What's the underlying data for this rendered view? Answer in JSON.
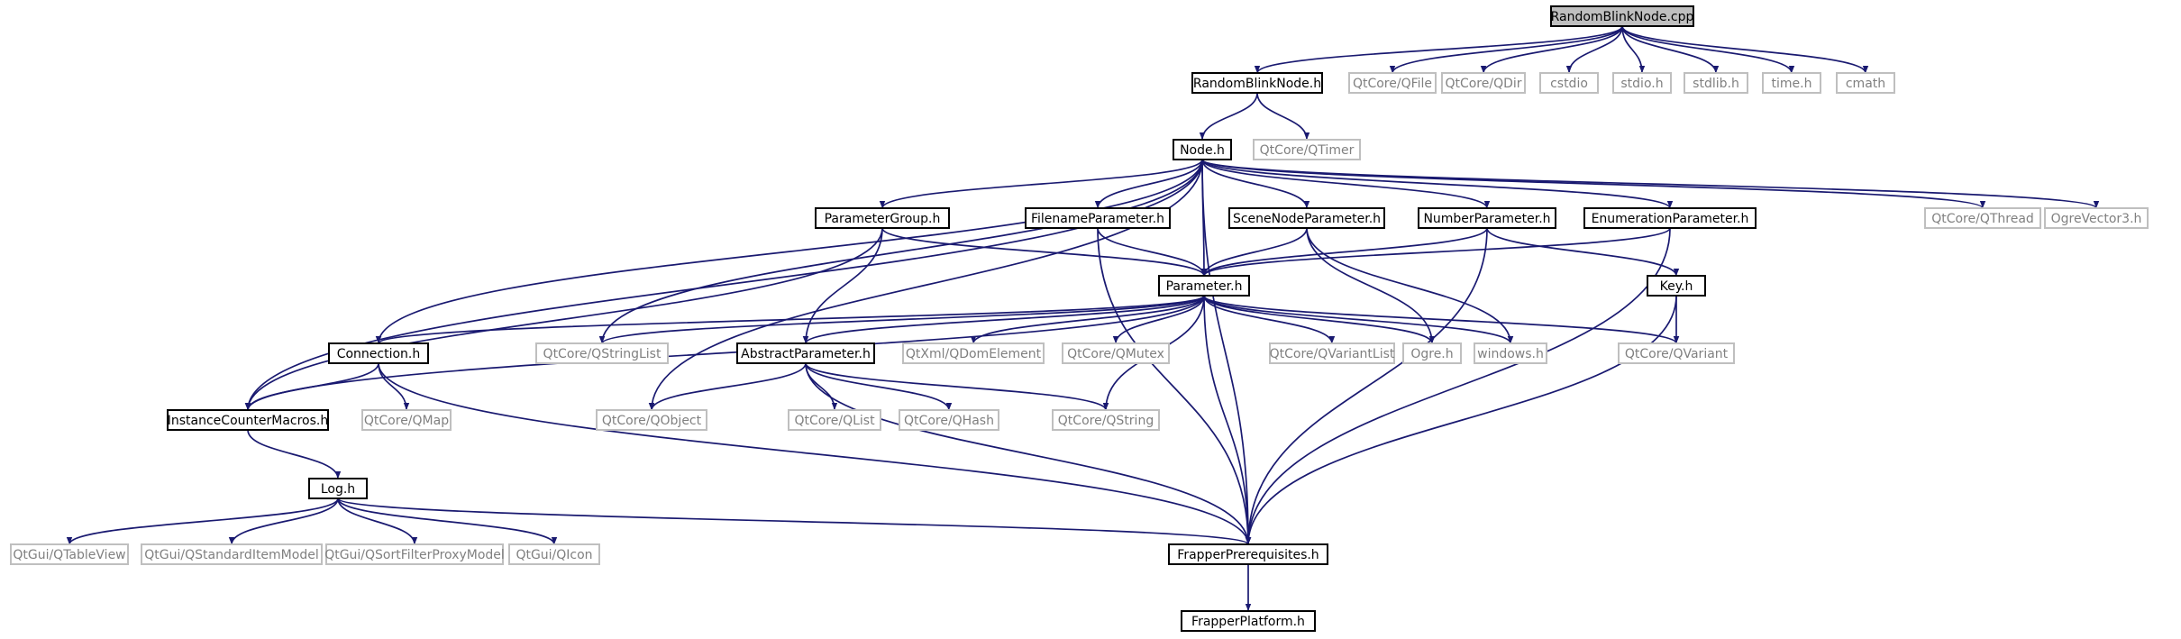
{
  "colors": {
    "edge": "#191970",
    "primary_border": "#000000",
    "external_border": "#bfbfbf",
    "root_fill": "#bfbfbf",
    "text_primary": "#000000",
    "text_external": "#808080"
  },
  "nodes": [
    {
      "id": "n0",
      "label": "RandomBlinkNode.cpp",
      "kind": "root"
    },
    {
      "id": "n1",
      "label": "RandomBlinkNode.h",
      "kind": "primary"
    },
    {
      "id": "n2",
      "label": "QtCore/QFile",
      "kind": "external"
    },
    {
      "id": "n3",
      "label": "QtCore/QDir",
      "kind": "external"
    },
    {
      "id": "n4",
      "label": "cstdio",
      "kind": "external"
    },
    {
      "id": "n5",
      "label": "stdio.h",
      "kind": "external"
    },
    {
      "id": "n6",
      "label": "stdlib.h",
      "kind": "external"
    },
    {
      "id": "n7",
      "label": "time.h",
      "kind": "external"
    },
    {
      "id": "n8",
      "label": "cmath",
      "kind": "external"
    },
    {
      "id": "n9",
      "label": "Node.h",
      "kind": "primary"
    },
    {
      "id": "n10",
      "label": "QtCore/QTimer",
      "kind": "external"
    },
    {
      "id": "n11",
      "label": "ParameterGroup.h",
      "kind": "primary"
    },
    {
      "id": "n12",
      "label": "FilenameParameter.h",
      "kind": "primary"
    },
    {
      "id": "n13",
      "label": "SceneNodeParameter.h",
      "kind": "primary"
    },
    {
      "id": "n14",
      "label": "NumberParameter.h",
      "kind": "primary"
    },
    {
      "id": "n15",
      "label": "EnumerationParameter.h",
      "kind": "primary"
    },
    {
      "id": "n16",
      "label": "QtCore/QThread",
      "kind": "external"
    },
    {
      "id": "n17",
      "label": "OgreVector3.h",
      "kind": "external"
    },
    {
      "id": "n18",
      "label": "Parameter.h",
      "kind": "primary"
    },
    {
      "id": "n19",
      "label": "Key.h",
      "kind": "primary"
    },
    {
      "id": "n20",
      "label": "Connection.h",
      "kind": "primary"
    },
    {
      "id": "n21",
      "label": "QtCore/QStringList",
      "kind": "external"
    },
    {
      "id": "n22",
      "label": "AbstractParameter.h",
      "kind": "primary"
    },
    {
      "id": "n23",
      "label": "QtXml/QDomElement",
      "kind": "external"
    },
    {
      "id": "n24",
      "label": "QtCore/QMutex",
      "kind": "external"
    },
    {
      "id": "n25",
      "label": "QtCore/QVariantList",
      "kind": "external"
    },
    {
      "id": "n26",
      "label": "Ogre.h",
      "kind": "external"
    },
    {
      "id": "n27",
      "label": "windows.h",
      "kind": "external"
    },
    {
      "id": "n28",
      "label": "QtCore/QVariant",
      "kind": "external"
    },
    {
      "id": "n29",
      "label": "InstanceCounterMacros.h",
      "kind": "primary"
    },
    {
      "id": "n30",
      "label": "QtCore/QMap",
      "kind": "external"
    },
    {
      "id": "n31",
      "label": "QtCore/QObject",
      "kind": "external"
    },
    {
      "id": "n32",
      "label": "QtCore/QList",
      "kind": "external"
    },
    {
      "id": "n33",
      "label": "QtCore/QHash",
      "kind": "external"
    },
    {
      "id": "n34",
      "label": "QtCore/QString",
      "kind": "external"
    },
    {
      "id": "n35",
      "label": "Log.h",
      "kind": "primary"
    },
    {
      "id": "n36",
      "label": "QtGui/QTableView",
      "kind": "external"
    },
    {
      "id": "n37",
      "label": "QtGui/QStandardItemModel",
      "kind": "external"
    },
    {
      "id": "n38",
      "label": "QtGui/QSortFilterProxyModel",
      "kind": "external"
    },
    {
      "id": "n39",
      "label": "QtGui/QIcon",
      "kind": "external"
    },
    {
      "id": "n40",
      "label": "FrapperPrerequisites.h",
      "kind": "primary"
    },
    {
      "id": "n41",
      "label": "FrapperPlatform.h",
      "kind": "primary"
    }
  ],
  "edges": [
    [
      "n0",
      "n1"
    ],
    [
      "n0",
      "n2"
    ],
    [
      "n0",
      "n3"
    ],
    [
      "n0",
      "n4"
    ],
    [
      "n0",
      "n5"
    ],
    [
      "n0",
      "n6"
    ],
    [
      "n0",
      "n7"
    ],
    [
      "n0",
      "n8"
    ],
    [
      "n1",
      "n9"
    ],
    [
      "n1",
      "n10"
    ],
    [
      "n9",
      "n11"
    ],
    [
      "n9",
      "n12"
    ],
    [
      "n9",
      "n13"
    ],
    [
      "n9",
      "n14"
    ],
    [
      "n9",
      "n15"
    ],
    [
      "n9",
      "n16"
    ],
    [
      "n9",
      "n17"
    ],
    [
      "n9",
      "n18"
    ],
    [
      "n9",
      "n20"
    ],
    [
      "n9",
      "n21"
    ],
    [
      "n9",
      "n29"
    ],
    [
      "n9",
      "n31"
    ],
    [
      "n9",
      "n40"
    ],
    [
      "n11",
      "n18"
    ],
    [
      "n11",
      "n22"
    ],
    [
      "n11",
      "n29"
    ],
    [
      "n12",
      "n18"
    ],
    [
      "n12",
      "n40"
    ],
    [
      "n13",
      "n18"
    ],
    [
      "n13",
      "n26"
    ],
    [
      "n13",
      "n27"
    ],
    [
      "n14",
      "n18"
    ],
    [
      "n14",
      "n19"
    ],
    [
      "n14",
      "n40"
    ],
    [
      "n15",
      "n18"
    ],
    [
      "n15",
      "n40"
    ],
    [
      "n18",
      "n20"
    ],
    [
      "n18",
      "n21"
    ],
    [
      "n18",
      "n22"
    ],
    [
      "n18",
      "n23"
    ],
    [
      "n18",
      "n24"
    ],
    [
      "n18",
      "n25"
    ],
    [
      "n18",
      "n26"
    ],
    [
      "n18",
      "n27"
    ],
    [
      "n18",
      "n28"
    ],
    [
      "n18",
      "n29"
    ],
    [
      "n18",
      "n34"
    ],
    [
      "n18",
      "n40"
    ],
    [
      "n19",
      "n28"
    ],
    [
      "n19",
      "n40"
    ],
    [
      "n20",
      "n29"
    ],
    [
      "n20",
      "n30"
    ],
    [
      "n20",
      "n40"
    ],
    [
      "n22",
      "n31"
    ],
    [
      "n22",
      "n32"
    ],
    [
      "n22",
      "n33"
    ],
    [
      "n22",
      "n34"
    ],
    [
      "n22",
      "n40"
    ],
    [
      "n29",
      "n35"
    ],
    [
      "n35",
      "n36"
    ],
    [
      "n35",
      "n37"
    ],
    [
      "n35",
      "n38"
    ],
    [
      "n35",
      "n39"
    ],
    [
      "n35",
      "n40"
    ],
    [
      "n40",
      "n41"
    ]
  ]
}
